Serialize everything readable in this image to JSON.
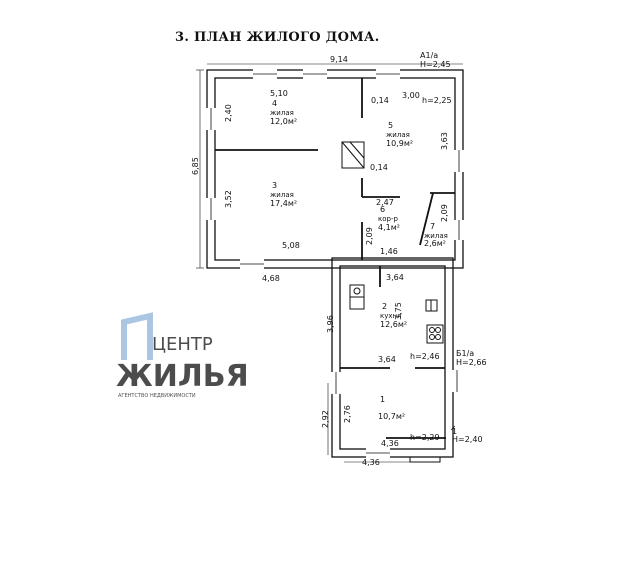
{
  "title": "3. ПЛАН  ЖИЛОГО ДОМА.",
  "markers": {
    "a1": "А1/а",
    "a1_h": "Н=2,45",
    "b1": "Б1/а",
    "b1_h": "Н=2,66",
    "one": "1",
    "one_h": "Н=2,40"
  },
  "dimensions": {
    "top_total": "9,14",
    "left_total": "6,85",
    "d510": "5,10",
    "d240": "2,40",
    "d352": "3,52",
    "d508": "5,08",
    "d468": "4,68",
    "d014a": "0,14",
    "d300": "3,00",
    "d363": "3,63",
    "d014b": "0,14",
    "d247": "2,47",
    "d209a": "2,09",
    "d209b": "2,09",
    "d146": "1,46",
    "d364a": "3,64",
    "d375": "3,75",
    "d396": "3,96",
    "d364b": "3,64",
    "d292": "2,92",
    "d276": "2,76",
    "d436a": "4,36",
    "d436b": "4,36"
  },
  "heights": {
    "h225": "h=2,25",
    "h246": "h=2,46",
    "h229": "h=2,29"
  },
  "rooms": [
    {
      "num": "4",
      "name": "жилая",
      "area": "12,0м²"
    },
    {
      "num": "5",
      "name": "жилая",
      "area": "10,9м²"
    },
    {
      "num": "3",
      "name": "жилая",
      "area": "17,4м²"
    },
    {
      "num": "6",
      "name": "кор-р",
      "area": "4,1м²"
    },
    {
      "num": "7",
      "name": "жилая",
      "area": "2,6м²"
    },
    {
      "num": "2",
      "name": "кухня",
      "area": "12,6м²"
    },
    {
      "num": "1",
      "name": "",
      "area": "10,7м²"
    }
  ],
  "watermark": {
    "line1": "ЦЕНТР",
    "line2": "ЖИЛЬЯ",
    "line3": "АГЕНТСТВО НЕДВИЖИМОСТИ",
    "color": "#8fb3d9"
  }
}
